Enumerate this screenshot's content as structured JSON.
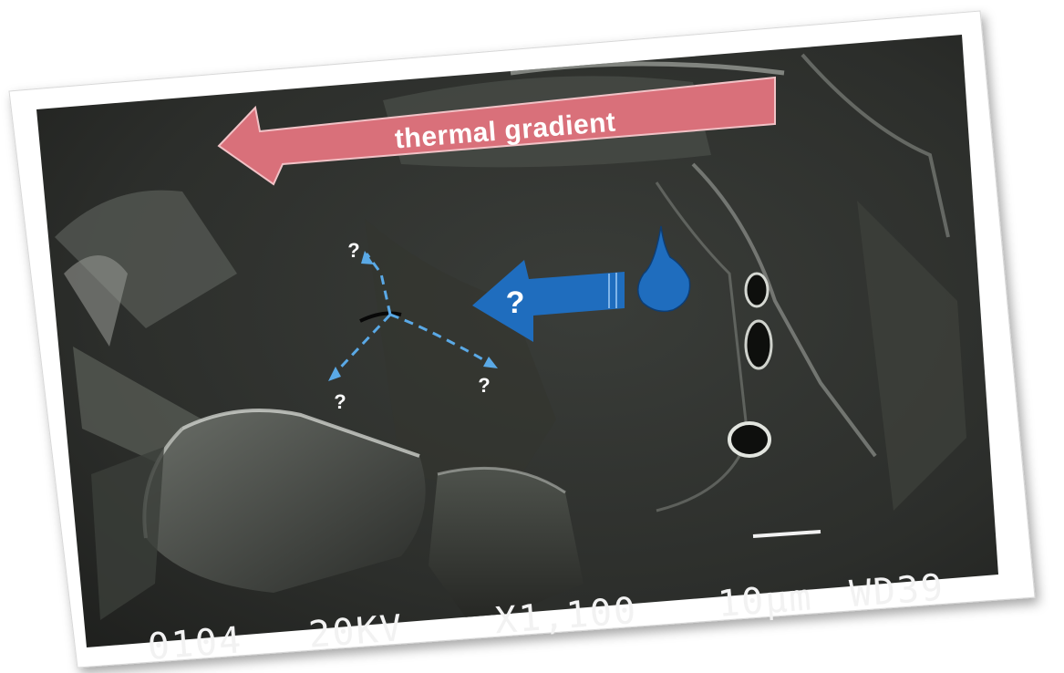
{
  "annotations": {
    "thermal_arrow_label": "thermal gradient",
    "question_marks": [
      "?",
      "?",
      "?",
      "?"
    ]
  },
  "sem_info": {
    "image_number": "0104",
    "voltage": "20KV",
    "magnification": "X1,100",
    "scale_bar": "10µm",
    "working_distance": "WD39"
  },
  "colors": {
    "thermal_arrow": "#d9707a",
    "water_arrow": "#1f6dbe",
    "droplet": "#1f6dbe",
    "crack_paths": "#5aa9e6",
    "frame": "#ffffff"
  },
  "icons": [
    "water-droplet-icon"
  ]
}
